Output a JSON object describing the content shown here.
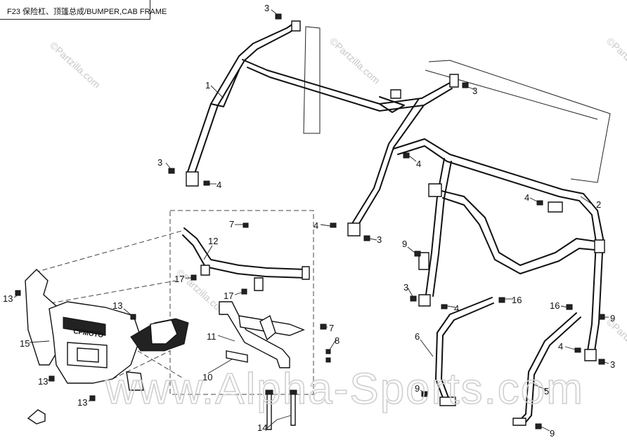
{
  "title": "F23 保险杠、顶篷总成/BUMPER,CAB FRAME",
  "watermark_small": "©Partzilla.com",
  "watermark_large": "www.Alpha-Sports.com",
  "logo_text": "CFMOTO",
  "callouts": {
    "c1": "1",
    "c2": "2",
    "c3a": "3",
    "c3b": "3",
    "c3c": "3",
    "c3d": "3",
    "c3e": "3",
    "c3f": "3",
    "c4a": "4",
    "c4b": "4",
    "c4c": "4",
    "c4d": "4",
    "c4e": "4",
    "c4f": "4",
    "c5": "5",
    "c6": "6",
    "c7a": "7",
    "c7b": "7",
    "c8": "8",
    "c9a": "9",
    "c9b": "9",
    "c9c": "9",
    "c9d": "9",
    "c10": "10",
    "c11": "11",
    "c12": "12",
    "c13a": "13",
    "c13b": "13",
    "c13c": "13",
    "c13d": "13",
    "c14": "14",
    "c15": "15",
    "c16a": "16",
    "c16b": "16",
    "c17a": "17",
    "c17b": "17"
  }
}
